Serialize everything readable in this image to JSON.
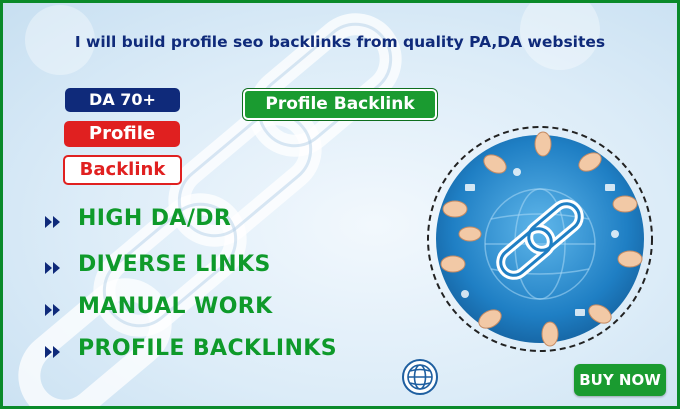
{
  "headline": "I will build profile seo backlinks from quality PA,DA websites",
  "badges": {
    "da": "DA 70+",
    "profile": "Profile",
    "backlink": "Backlink",
    "profile_backlink": "Profile Backlink"
  },
  "features": [
    {
      "label": "HIGH DA/DR",
      "icon": "double-chevron-right-icon"
    },
    {
      "label": "DIVERSE LINKS",
      "icon": "double-chevron-right-icon"
    },
    {
      "label": "MANUAL WORK",
      "icon": "double-chevron-right-icon"
    },
    {
      "label": "PROFILE BACKLINKS",
      "icon": "double-chevron-right-icon"
    }
  ],
  "cta": {
    "label": "BUY NOW"
  },
  "icons": {
    "illustration": "chain-link-globe-with-hands",
    "badge": "globe-icon"
  },
  "colors": {
    "navy": "#0f2a7a",
    "red": "#e02020",
    "green": "#1a9b30",
    "feature_green": "#0e9a2a",
    "frame_green": "#0a8a2a",
    "circle_blue": "#1f7fc4"
  }
}
